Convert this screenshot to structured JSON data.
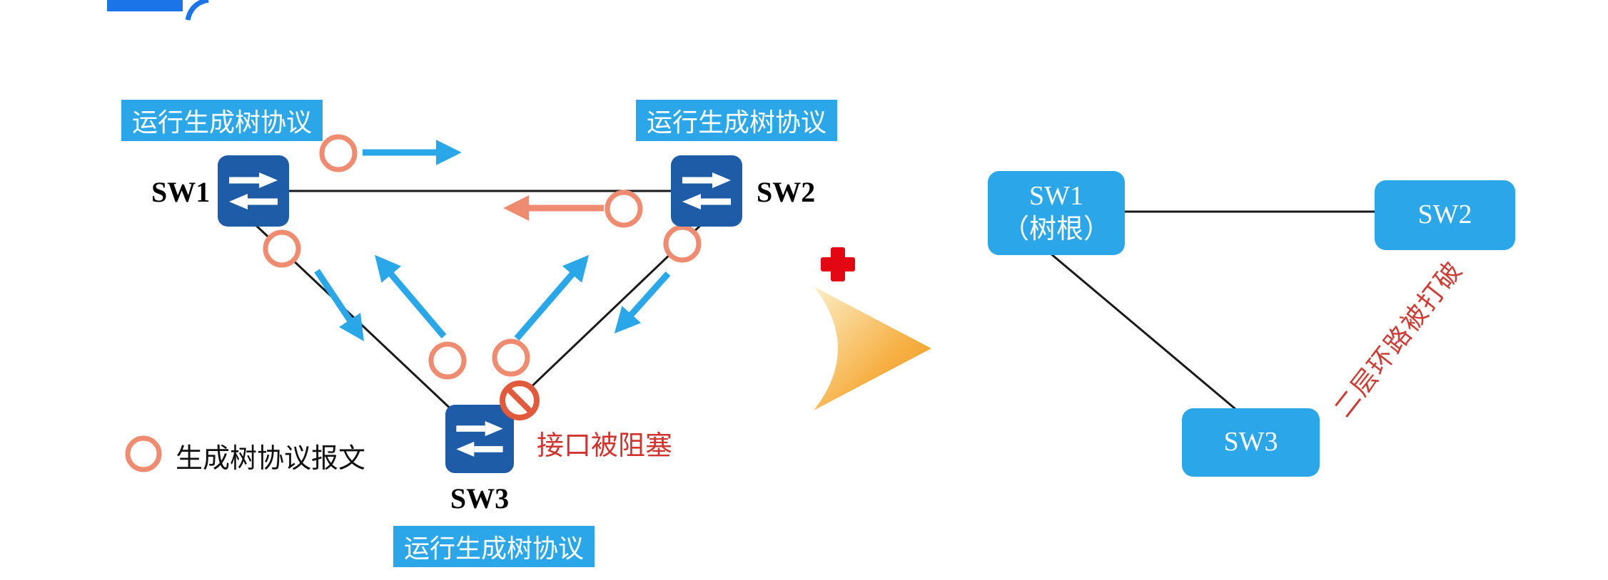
{
  "colors": {
    "label_bg": "#2BA7E9",
    "label_text": "#FFFFFF",
    "switch_icon_fill": "#1E5CA8",
    "node_fill": "#2BA6E9",
    "link_line": "#1A1A1A",
    "packet_stroke": "#EE8B70",
    "bpdu_arrow": "#2AA7E8",
    "reply_arrow": "#EE8B70",
    "blocked_icon": "#E25A3C",
    "blocked_text": "#D0342C",
    "broken_text": "#CE3B33",
    "cross": "#E30613",
    "transform_arrow_start": "#FCEFC8",
    "transform_arrow_end": "#F29B2A",
    "corner_decoration": "#1B74E8"
  },
  "left_diagram": {
    "stp_label": "运行生成树协议",
    "switches": [
      {
        "id": "SW1"
      },
      {
        "id": "SW2"
      },
      {
        "id": "SW3"
      }
    ],
    "blocked_port_label": "接口被阻塞",
    "legend_label": "生成树协议报文"
  },
  "right_diagram": {
    "root_name": "SW1",
    "root_suffix": "（树根）",
    "sw2_name": "SW2",
    "sw3_name": "SW3",
    "broken_loop_label": "二层环路被打破"
  }
}
